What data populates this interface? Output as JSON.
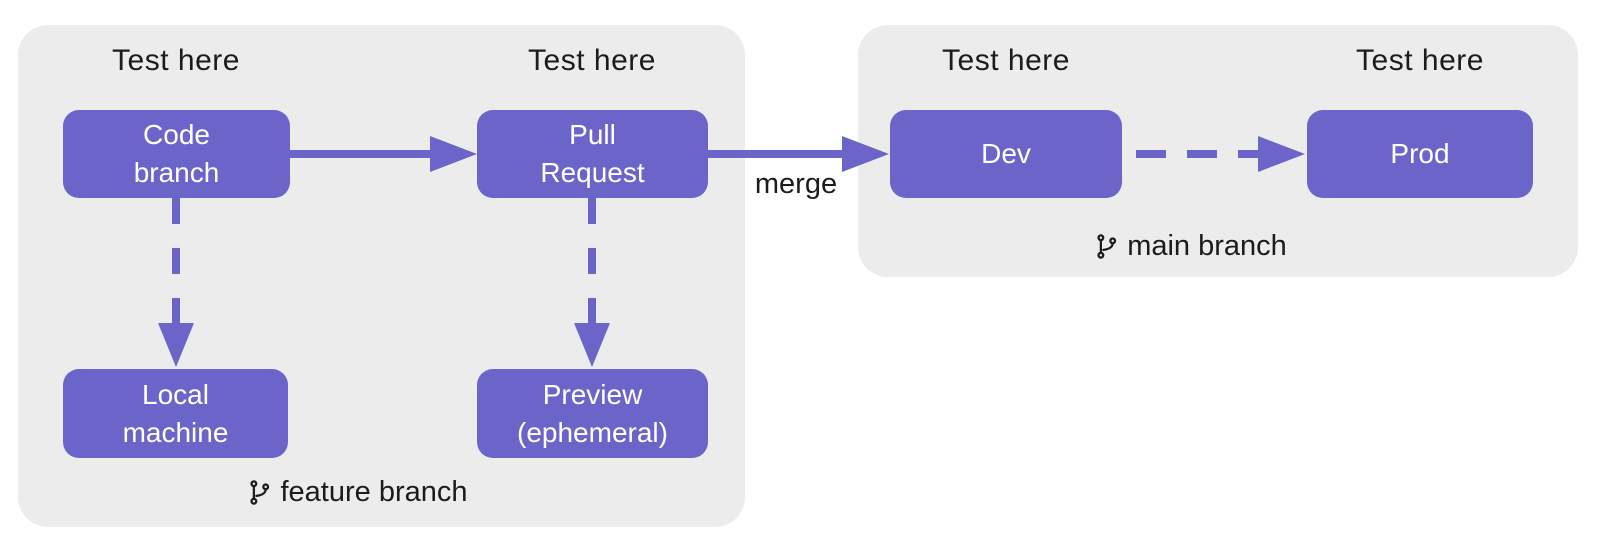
{
  "colors": {
    "accent": "#6b65ca",
    "panel": "#ececec",
    "text": "#1c1c1c",
    "node_text": "#ffffff"
  },
  "test_labels": {
    "code_branch": "Test here",
    "pull_request": "Test here",
    "dev": "Test here",
    "prod": "Test here"
  },
  "nodes": {
    "code_branch": {
      "lines": [
        "Code",
        "branch"
      ]
    },
    "pull_request": {
      "lines": [
        "Pull",
        "Request"
      ]
    },
    "local_machine": {
      "lines": [
        "Local",
        "machine"
      ]
    },
    "preview": {
      "lines": [
        "Preview",
        "(ephemeral)"
      ]
    },
    "dev": {
      "lines": [
        "Dev"
      ]
    },
    "prod": {
      "lines": [
        "Prod"
      ]
    }
  },
  "edges": {
    "merge_label": "merge"
  },
  "panels": {
    "feature": {
      "branch_label": "feature branch",
      "icon": "git-branch-icon"
    },
    "main": {
      "branch_label": "main branch",
      "icon": "git-branch-icon"
    }
  }
}
